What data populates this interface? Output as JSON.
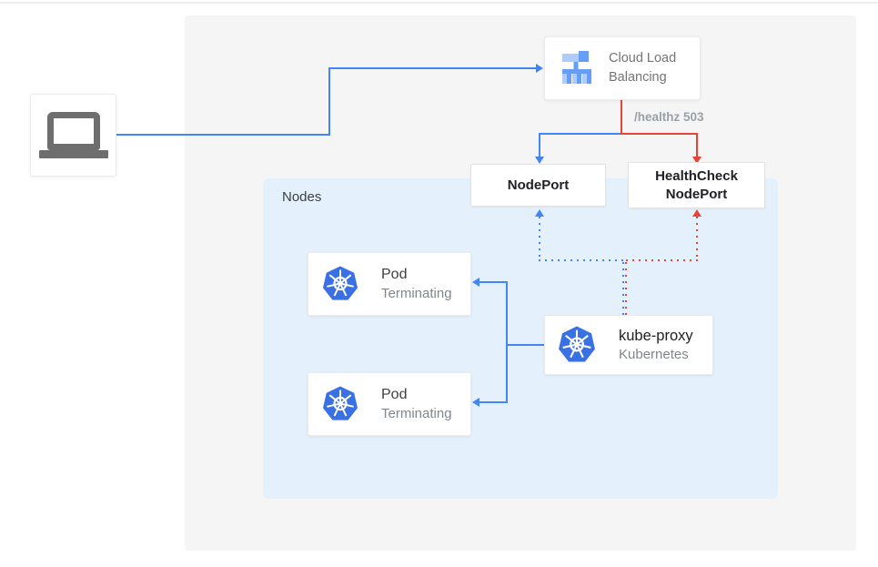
{
  "colors": {
    "blue": "#4285f4",
    "red": "#ea4335",
    "nodes_bg": "#e4f1fc",
    "panel_bg": "#f5f5f6",
    "title_text": "#3c4043",
    "muted_text": "#80868b",
    "bold_text": "#202124",
    "laptop_gray": "#6e6e6e",
    "k8s_blue": "#3970e4",
    "lb_light_blue": "#aecbfa",
    "lb_mid_blue": "#669df6"
  },
  "labels": {
    "nodes_container": "Nodes",
    "healthz": "/healthz 503"
  },
  "nodes": {
    "client": {
      "icon": "laptop-icon"
    },
    "cloud_lb": {
      "line1": "Cloud Load",
      "line2": "Balancing",
      "icon": "load-balancer-icon"
    },
    "nodeport": {
      "label": "NodePort"
    },
    "healthcheck_nodeport": {
      "line1": "HealthCheck",
      "line2": "NodePort"
    },
    "pod1": {
      "title": "Pod",
      "subtitle": "Terminating",
      "icon": "kubernetes-icon"
    },
    "pod2": {
      "title": "Pod",
      "subtitle": "Terminating",
      "icon": "kubernetes-icon"
    },
    "kube_proxy": {
      "title": "kube-proxy",
      "subtitle": "Kubernetes",
      "icon": "kubernetes-icon"
    }
  },
  "edges": [
    {
      "from": "client",
      "to": "cloud_lb",
      "style": "solid",
      "color": "blue"
    },
    {
      "from": "cloud_lb",
      "to": "nodeport",
      "style": "solid",
      "color": "blue"
    },
    {
      "from": "cloud_lb",
      "to": "healthcheck_nodeport",
      "style": "solid",
      "color": "red",
      "label": "/healthz 503"
    },
    {
      "from": "kube_proxy",
      "to": "nodeport",
      "style": "dotted",
      "color": "blue"
    },
    {
      "from": "kube_proxy",
      "to": "healthcheck_nodeport",
      "style": "dotted",
      "color": "red"
    },
    {
      "from": "kube_proxy",
      "to": "pod1",
      "style": "solid",
      "color": "blue"
    },
    {
      "from": "kube_proxy",
      "to": "pod2",
      "style": "solid",
      "color": "blue"
    }
  ]
}
